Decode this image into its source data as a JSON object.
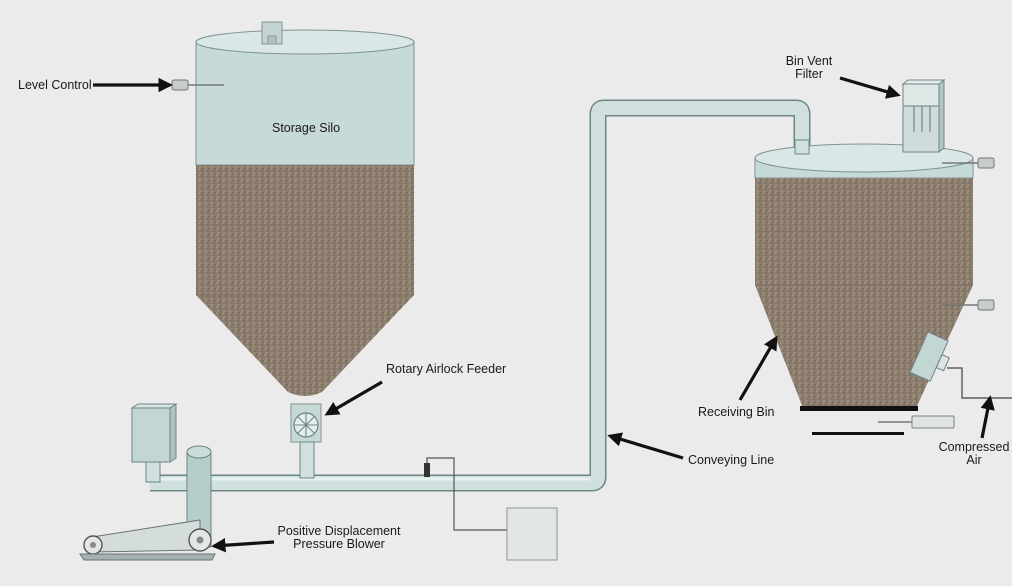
{
  "diagram": {
    "labels": {
      "level_control": "Level Control",
      "storage_silo": "Storage Silo",
      "rotary_airlock_feeder": "Rotary Airlock Feeder",
      "bin_vent_filter_line1": "Bin Vent",
      "bin_vent_filter_line2": "Filter",
      "receiving_bin": "Receiving Bin",
      "conveying_line": "Conveying Line",
      "compressed_air_line1": "Compressed",
      "compressed_air_line2": "Air",
      "blower_line1": "Positive Displacement",
      "blower_line2": "Pressure Blower"
    },
    "colors": {
      "background": "#ebebeb",
      "tank_shell": "#c9dcda",
      "tank_top": "#d8e7e5",
      "material": "#8c7d6c",
      "pipe": "#cfe0df",
      "outline": "#6f8584",
      "arrow": "#111111"
    }
  }
}
